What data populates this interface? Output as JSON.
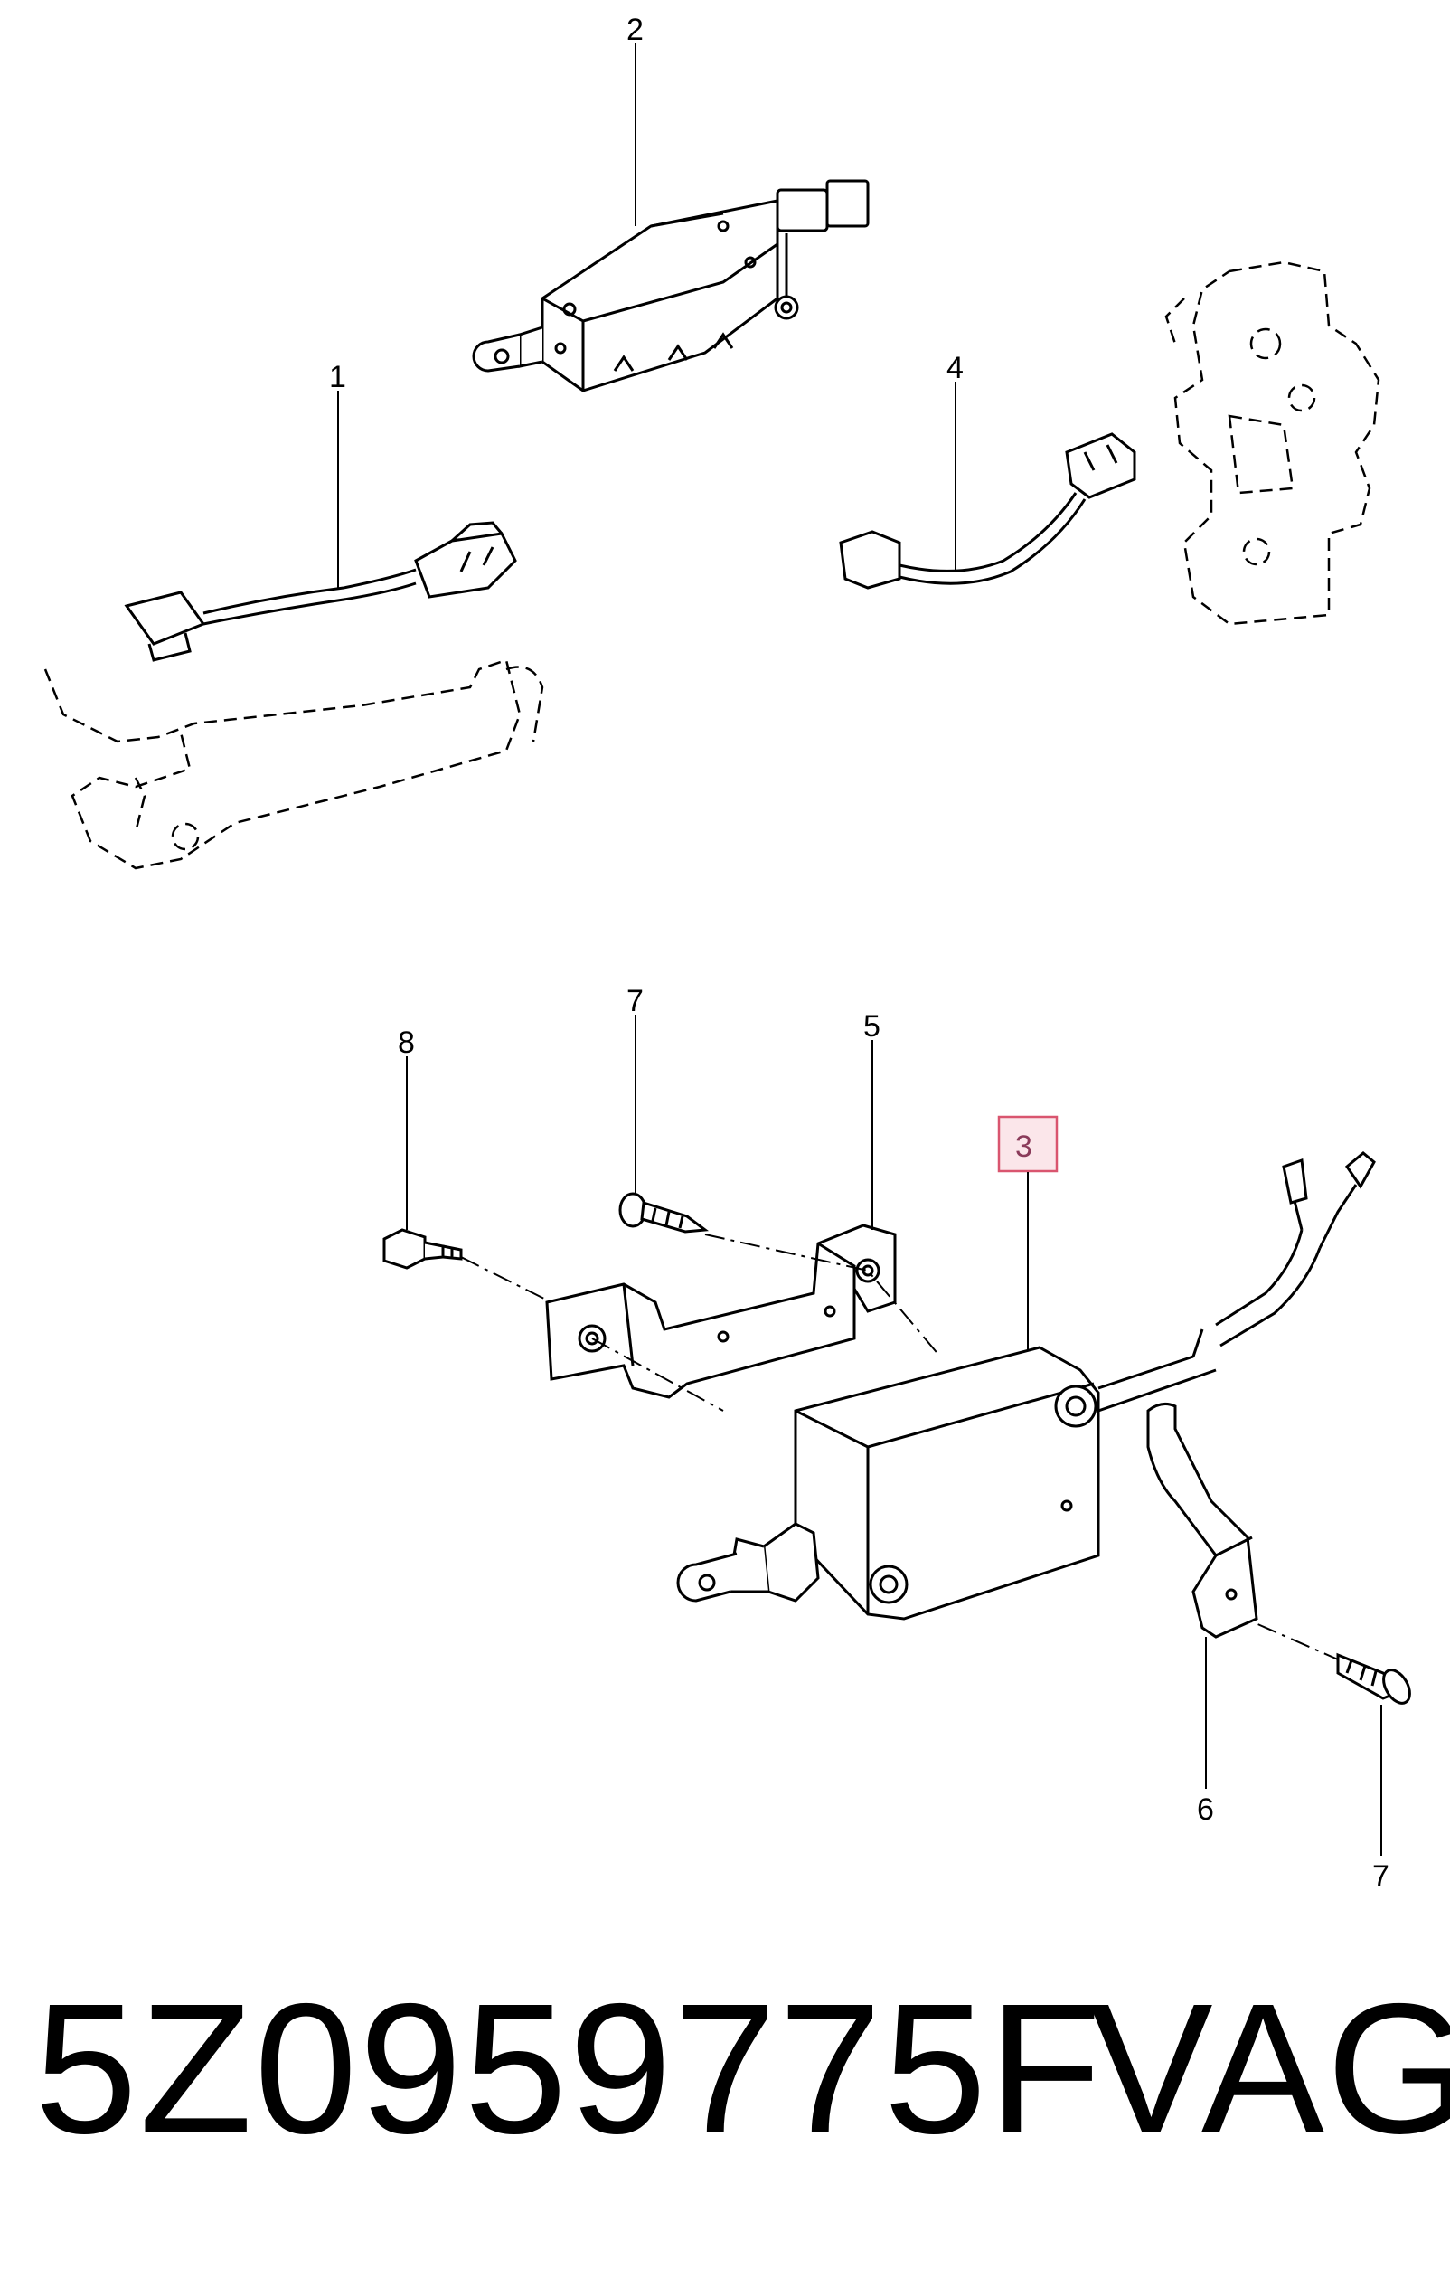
{
  "callouts": {
    "c1": "1",
    "c2": "2",
    "c3": "3",
    "c4": "4",
    "c5": "5",
    "c6": "6",
    "c7a": "7",
    "c7b": "7",
    "c8": "8"
  },
  "highlight": {
    "label": "3",
    "border_color": "#d9556f",
    "fill_color": "#fbe6ea"
  },
  "footer": {
    "part_number": "5Z0959775F",
    "brand": "VAG"
  }
}
